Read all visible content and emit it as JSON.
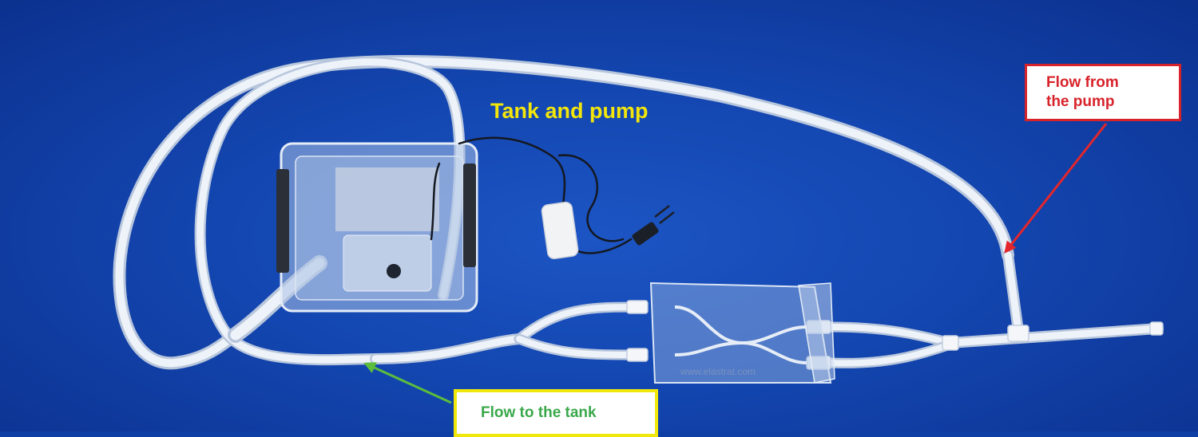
{
  "labels": {
    "tank_and_pump": "Tank and pump",
    "flow_from_pump_line1": "Flow from",
    "flow_from_pump_line2": "the pump",
    "flow_to_tank": "Flow to the tank",
    "watermark": "www.elastrat.com"
  },
  "colors": {
    "background": "#1346b0",
    "tubing": "#e8eef6",
    "heading_text": "#f3e60a",
    "callout_red": "#d8232a",
    "callout_yellow_border": "#f1e80b",
    "callout_green_text": "#3aa84a",
    "arrow_red": "#e3262b",
    "arrow_green": "#5cbd3c"
  }
}
